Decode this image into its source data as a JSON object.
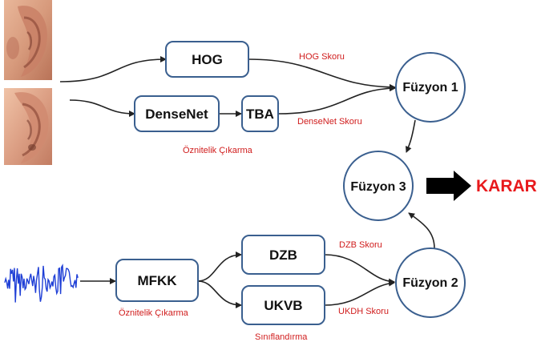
{
  "nodes": {
    "hog": "HOG",
    "densenet": "DenseNet",
    "tba": "TBA",
    "mfkk": "MFKK",
    "dzb": "DZB",
    "ukvb": "UKVB",
    "fusion1": "Füzyon 1",
    "fusion2": "Füzyon 2",
    "fusion3": "Füzyon 3"
  },
  "scores": {
    "hog": "HOG Skoru",
    "densenet": "DenseNet Skoru",
    "dzb": "DZB Skoru",
    "ukdh": "UKDH Skoru"
  },
  "captions": {
    "ear_features": "Öznitelik Çıkarma",
    "audio_features": "Öznitelik Çıkarma",
    "classification": "Sınıflandırma"
  },
  "decision": "KARAR",
  "colors": {
    "node_border": "#3a5f8f",
    "score_text": "#d01c1c",
    "decision_text": "#e8191c",
    "waveform": "#1f3fd6"
  },
  "icons": {
    "ear_top": "ear-photo-icon",
    "ear_bottom": "ear-photo-icon",
    "waveform": "audio-waveform-icon",
    "decision_arrow": "thick-right-arrow-icon"
  }
}
